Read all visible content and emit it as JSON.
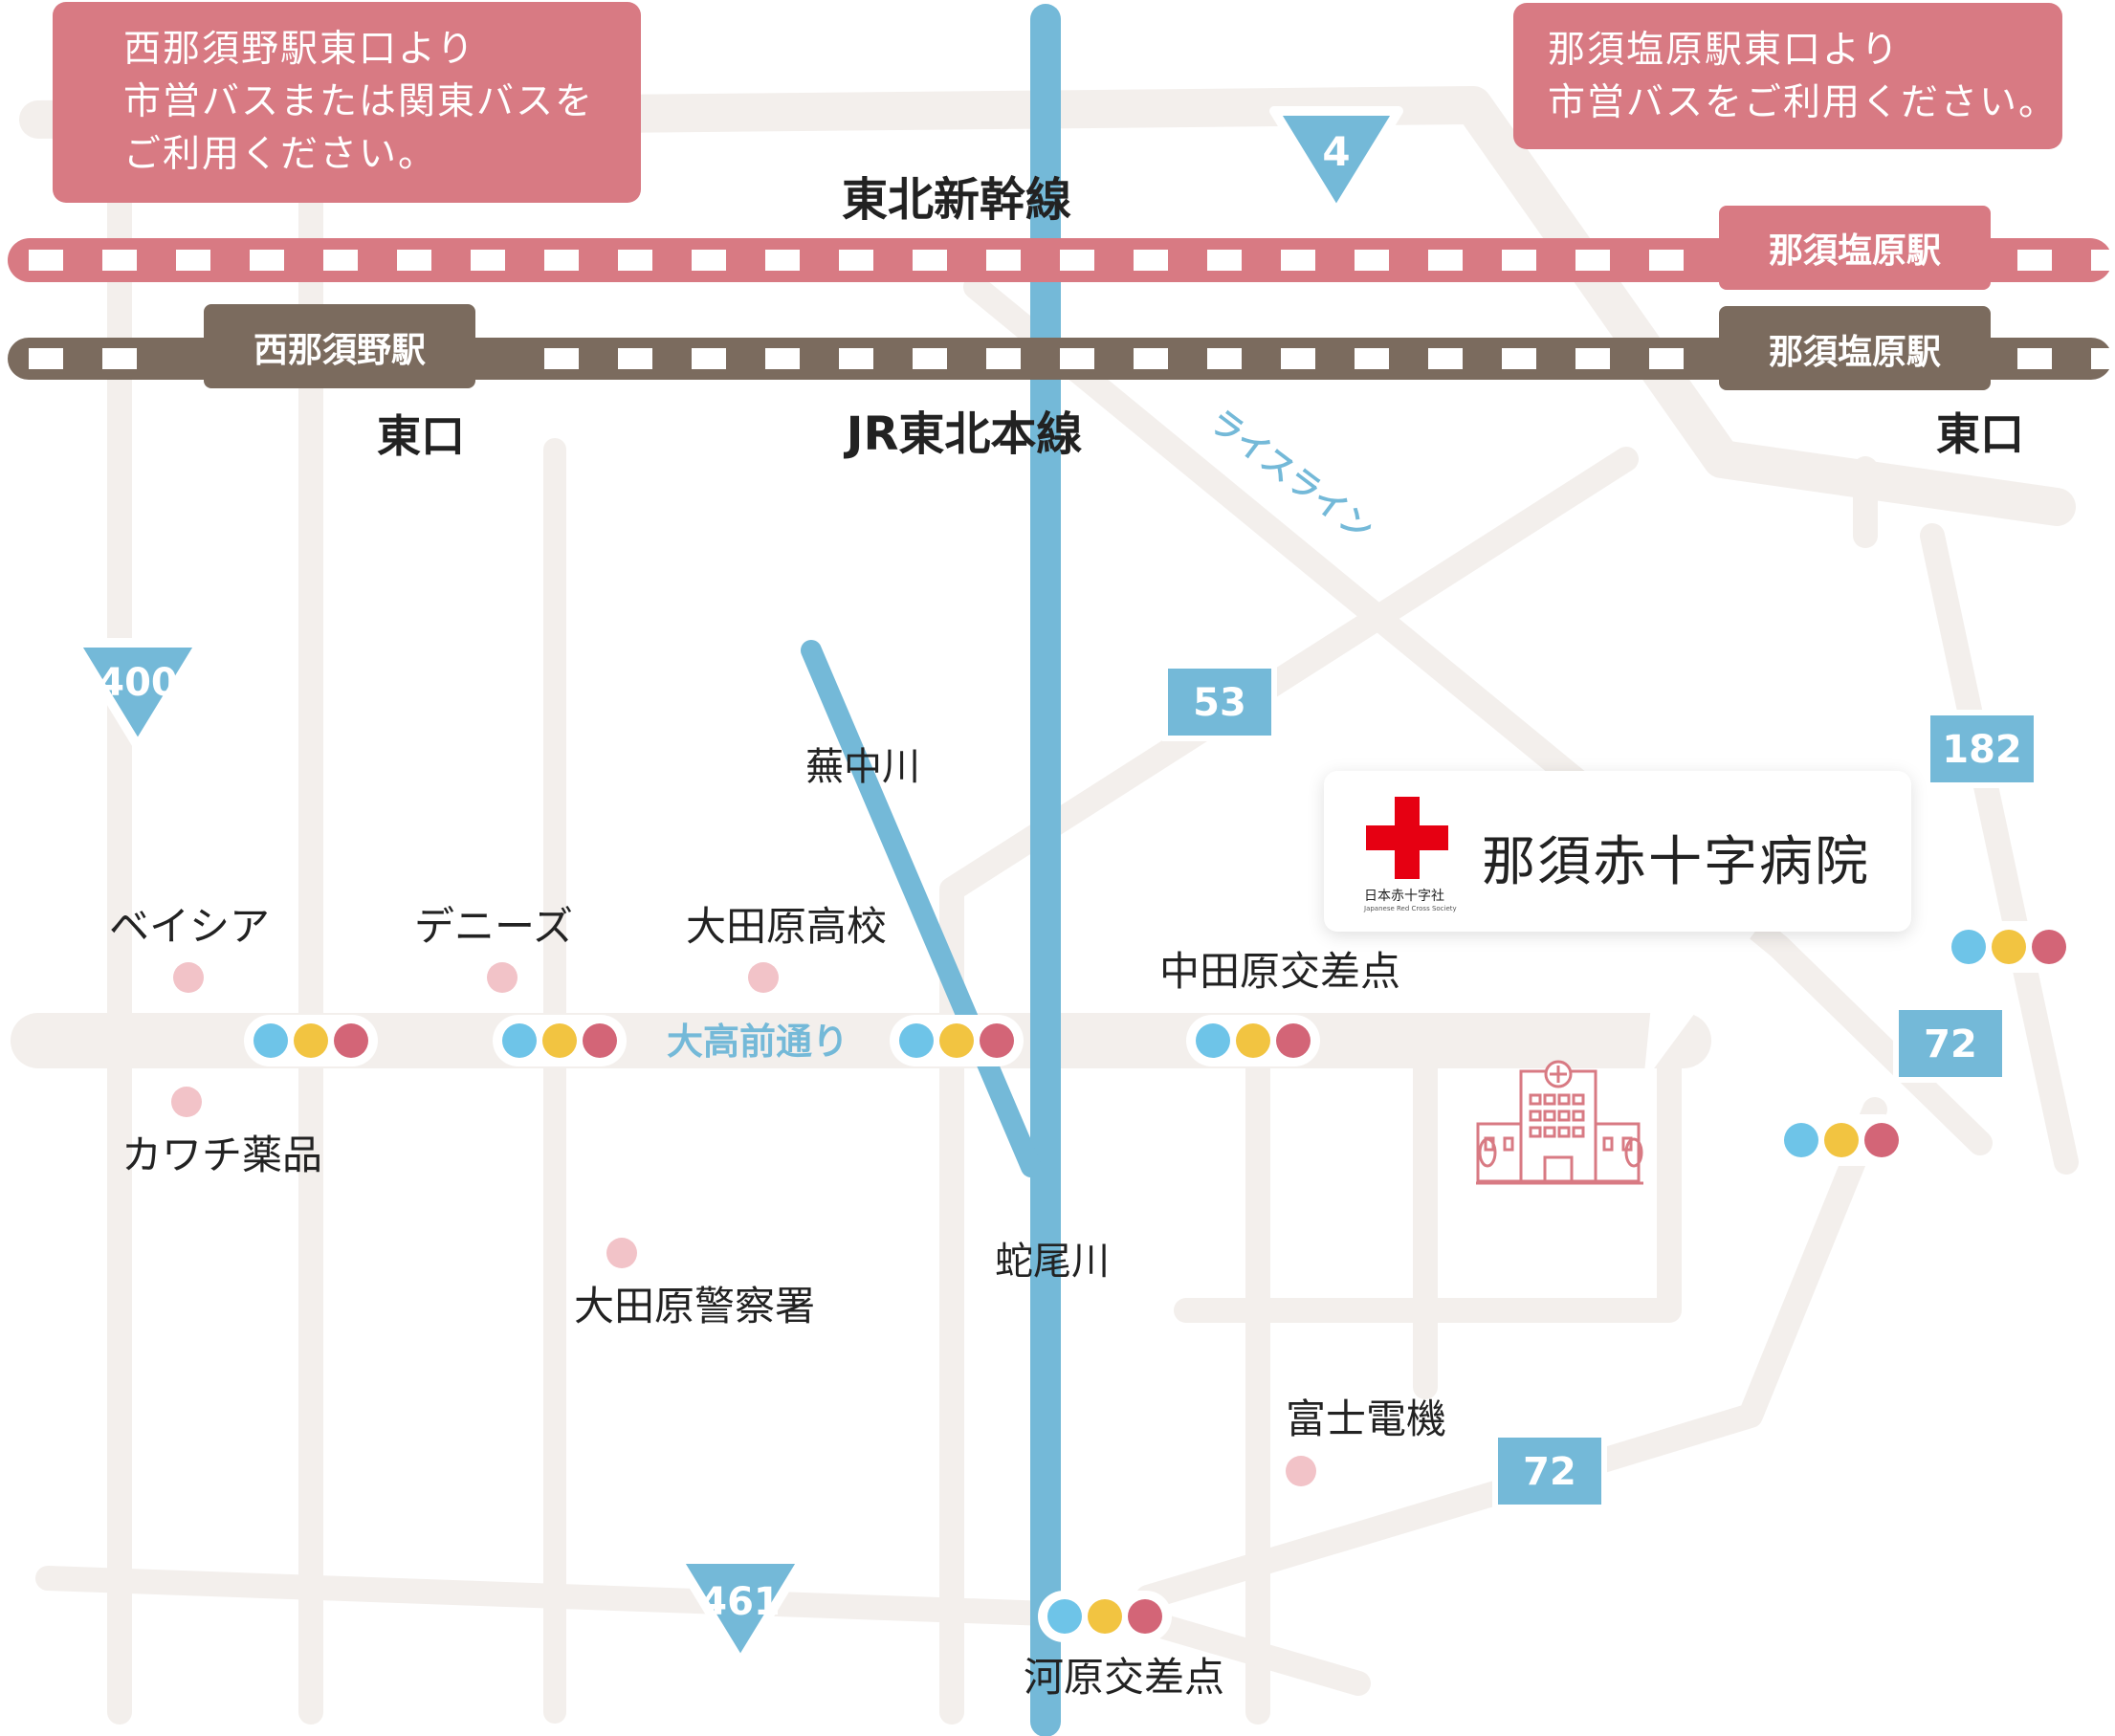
{
  "callouts": {
    "left": [
      "西那須野駅東口より",
      "市営バスまたは関東バスを",
      "ご利用ください。"
    ],
    "right": [
      "那須塩原駅東口より",
      "市営バスをご利用ください。"
    ]
  },
  "rail": {
    "shinkansen_label": "東北新幹線",
    "honsen_label": "JR東北本線",
    "shinkansen_station": "那須塩原駅",
    "west_station": "西那須野駅",
    "east_station": "那須塩原駅",
    "west_exit": "東口",
    "east_exit": "東口"
  },
  "routes": {
    "r4": "4",
    "r400": "400",
    "r461": "461",
    "r53": "53",
    "r182": "182",
    "r72a": "72",
    "r72b": "72"
  },
  "roads": {
    "rice_line": "ライスライン",
    "main_street": "大高前通り"
  },
  "rivers": {
    "kabunaka": "蕪中川",
    "jaobi": "蛇尾川"
  },
  "landmarks": {
    "beisia": "ベイシア",
    "dennys": "デニーズ",
    "otawara_high": "大田原高校",
    "nakatawara": "中田原交差点",
    "kawachi": "カワチ薬品",
    "police": "大田原警察署",
    "fuji": "富士電機",
    "kawara": "河原交差点"
  },
  "hospital": {
    "name": "那須赤十字病院",
    "logo_jp": "日本赤十字社",
    "logo_en": "Japanese Red Cross Society"
  },
  "colors": {
    "road": "#f3efec",
    "river": "#74b9d8",
    "shinkansen": "#d87a83",
    "jr": "#7b6b5e",
    "route_sign": "#74b9d8",
    "poi": "#f2c3c8",
    "signal_blue": "#6ec4e8",
    "signal_yellow": "#f2c441",
    "signal_red": "#d36577",
    "red_cross": "#e60012"
  }
}
